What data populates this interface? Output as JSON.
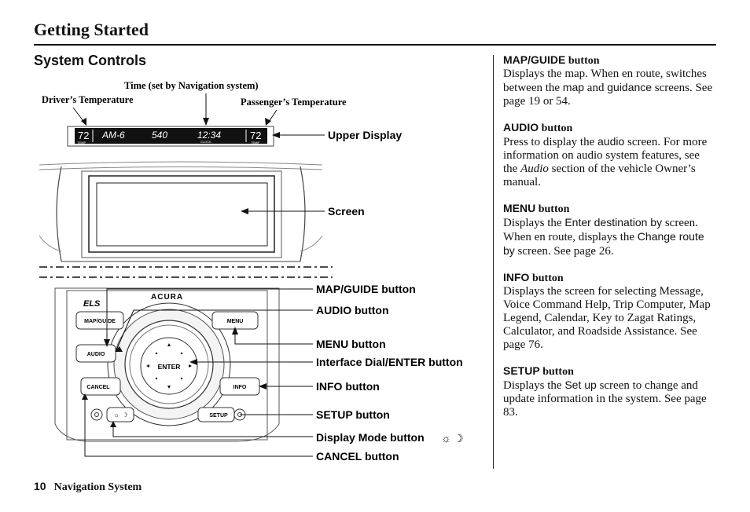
{
  "header": {
    "title": "Getting Started"
  },
  "section": {
    "title": "System Controls"
  },
  "diagram": {
    "captions": {
      "time": "Time (set by Navigation system)",
      "driver_temp": "Driver’s Temperature",
      "passenger_temp": "Passenger’s Temperature",
      "upper_display": "Upper Display",
      "screen": "Screen",
      "map_guide": "MAP/GUIDE button",
      "audio": "AUDIO button",
      "menu": "MENU button",
      "dial": "Interface Dial/ENTER button",
      "info": "INFO button",
      "setup": "SETUP button",
      "display_mode": "Display Mode button",
      "cancel": "CANCEL button"
    },
    "lcd": {
      "left_temp": "72",
      "am": "AM-6",
      "freq": "540",
      "clock": "12:34",
      "right_temp": "72",
      "temp_label": "TEMP",
      "clock_label": "CLOCK"
    },
    "panel": {
      "brand": "ACURA",
      "els_logo": "ELS",
      "buttons": {
        "map_guide": "MAP/GUIDE",
        "audio": "AUDIO",
        "cancel": "CANCEL",
        "menu": "MENU",
        "info": "INFO",
        "setup": "SETUP",
        "enter": "ENTER"
      }
    }
  },
  "descriptions": [
    {
      "title": "MAP/GUIDE",
      "suffix": " button",
      "body_html_parts": [
        "Displays the map. When en route, switches between the ",
        "map",
        " and ",
        "guidance",
        " screens. See page 19 or 54."
      ]
    },
    {
      "title": "AUDIO",
      "suffix": " button",
      "body_html_parts": [
        "Press to display the ",
        "audio",
        " screen. For more information on audio system features, see the ",
        "Audio",
        " section of the vehicle Owner’s manual."
      ]
    },
    {
      "title": "MENU",
      "suffix": " button",
      "body_html_parts": [
        "Displays the ",
        "Enter destination by",
        " screen. When en route, displays the ",
        "Change route by",
        " screen. See page 26."
      ]
    },
    {
      "title": "INFO",
      "suffix": " button",
      "body_html_parts": [
        "Displays the screen for selecting Message, Voice Command Help, Trip Computer, Map Legend, Calendar, Key to Zagat Ratings, Calculator, and Roadside Assistance. See page 76."
      ]
    },
    {
      "title": "SETUP",
      "suffix": " button",
      "body_html_parts": [
        "Displays the ",
        "Set up",
        " screen to change and update information in the system. See page 83."
      ]
    }
  ],
  "footer": {
    "page_number": "10",
    "label": "Navigation System"
  }
}
